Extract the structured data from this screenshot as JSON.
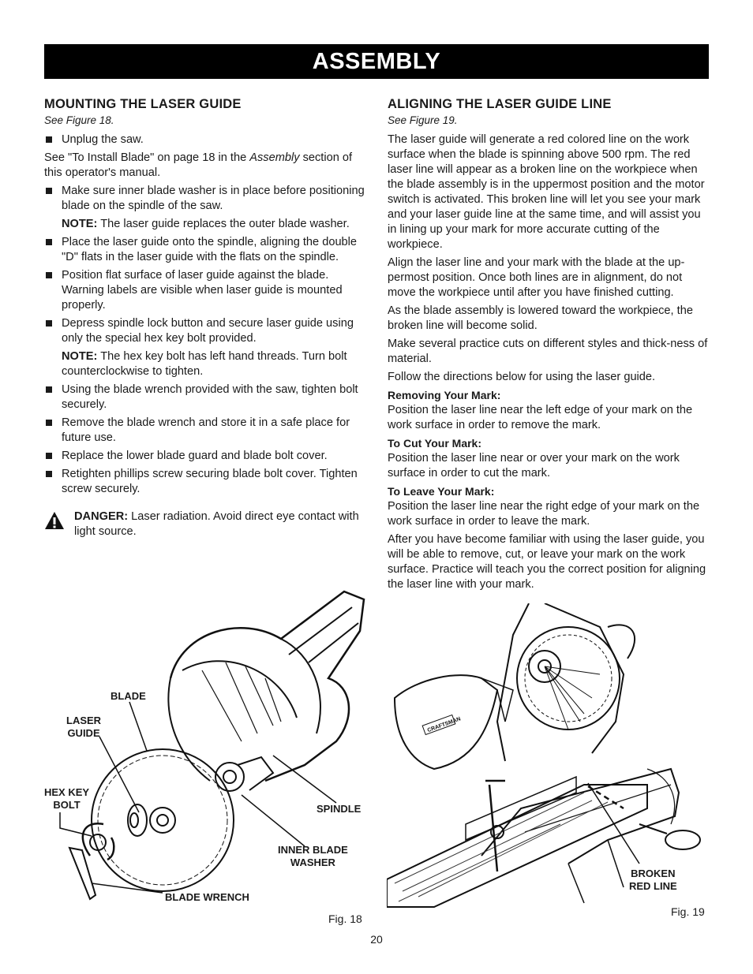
{
  "header": {
    "title": "ASSEMBLY"
  },
  "left": {
    "heading": "MOUNTING THE LASER GUIDE",
    "see": "See Figure 18.",
    "b1": "Unplug the saw.",
    "p1_a": "See \"To Install Blade\" on page 18 in the ",
    "p1_em": "Assembly",
    "p1_b": " section of this operator's manual.",
    "b2": "Make sure inner blade washer is in place before positioning blade on the spindle of the saw.",
    "note1_label": "NOTE:",
    "note1_text": " The laser guide replaces the outer blade washer.",
    "b3": "Place the laser guide onto the spindle, aligning the double \"D\" flats in the laser guide with the flats on the spindle.",
    "b4": "Position flat surface of laser guide against the blade. Warning labels are visible when laser guide is mounted properly.",
    "b5": "Depress spindle lock button and secure laser guide using only the special hex key bolt provided.",
    "note2_label": "NOTE:",
    "note2_text": " The hex key bolt has left hand threads. Turn bolt counterclockwise to tighten.",
    "b6": "Using the blade wrench provided with the saw, tighten bolt securely.",
    "b7": "Remove the blade wrench and store it in a safe place for future use.",
    "b8": "Replace the lower blade guard and blade bolt cover.",
    "b9": "Retighten phillips screw securing blade bolt cover. Tighten screw securely.",
    "danger_label": "DANGER:",
    "danger_text": " Laser radiation. Avoid direct eye contact with light source."
  },
  "right": {
    "heading": "ALIGNING THE LASER GUIDE LINE",
    "see": "See Figure 19.",
    "p1": "The laser guide will generate a red colored line on the work surface when the blade is spinning above 500 rpm. The red laser line will appear as a broken line on the workpiece when the blade assembly is in the uppermost position and the motor switch is activated. This broken line will let you see your mark and your laser guide line at the same time, and will assist you in lining up your mark for more accurate cutting of the workpiece.",
    "p2": "Align the laser line and your mark with the blade at the up-permost position. Once both lines are in alignment, do not move the workpiece until after you have finished cutting.",
    "p3": "As the blade assembly is lowered toward the workpiece, the broken line will become solid.",
    "p4": "Make several practice cuts on different styles and thick-ness of material.",
    "p5": "Follow the directions below for using the laser guide.",
    "s1_head": "Removing Your Mark:",
    "s1_text": "Position the laser line near the left edge of your mark on the work surface in order to remove the mark.",
    "s2_head": "To Cut Your Mark:",
    "s2_text": "Position the laser line near or over your mark on the work surface in order to cut the mark.",
    "s3_head": "To Leave Your Mark:",
    "s3_text": "Position the laser line near the right edge of your mark on the work surface in order to leave the mark.",
    "p6": "After you have become familiar with using the laser guide, you will be able to remove, cut, or leave your mark on the work surface. Practice will teach you the correct position for aligning the laser line with your mark."
  },
  "fig18": {
    "blade": "BLADE",
    "laser_guide_1": "LASER",
    "laser_guide_2": "GUIDE",
    "hex_key_1": "HEX KEY",
    "hex_key_2": "BOLT",
    "spindle": "SPINDLE",
    "inner_washer_1": "INNER BLADE",
    "inner_washer_2": "WASHER",
    "blade_wrench": "BLADE WRENCH",
    "caption": "Fig. 18"
  },
  "fig19": {
    "broken_1": "BROKEN",
    "broken_2": "RED LINE",
    "caption": "Fig. 19",
    "brand": "CRAFTSMAN"
  },
  "footer": {
    "page_number": "20"
  }
}
